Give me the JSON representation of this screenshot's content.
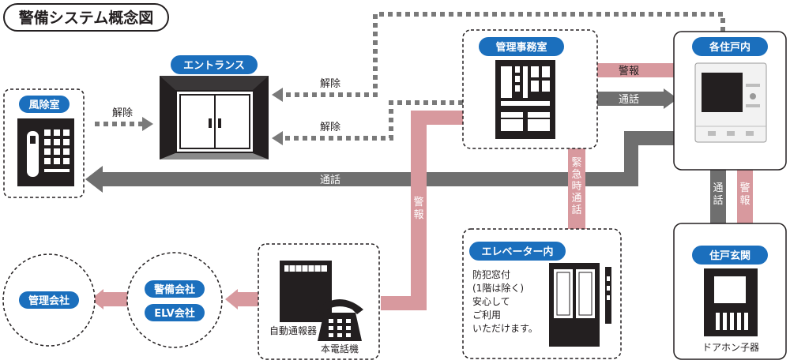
{
  "title": "警備システム概念図",
  "nodes": {
    "entrance": "エントランス",
    "windbreak": "風除室",
    "management_office": "管理事務室",
    "each_unit": "各住戸内",
    "unit_entrance": "住戸玄関",
    "elevator": "エレベーター内",
    "security_company": "警備会社",
    "elv_company": "ELV会社",
    "management_company": "管理会社"
  },
  "labels": {
    "release_1": "解除",
    "release_2": "解除",
    "release_windbreak": "解除",
    "alarm_top": "警報",
    "call_top": "通話",
    "call_long": "通話",
    "alarm_vertical": "警報",
    "emergency_call": "緊急時通話",
    "call_vertical": "通話",
    "alarm_vertical_right": "警報",
    "auto_dialer": "自動通報器",
    "main_phone": "本電話機",
    "door_intercom": "ドアホン子器"
  },
  "elevator_text": [
    "防犯窓付",
    "(1階は除く)",
    "安心して",
    "ご利用",
    "いただけます。"
  ],
  "colors": {
    "blue": "#1b6fbd",
    "pink": "#d8999e",
    "gray": "#6f6f6f",
    "dark": "#231f20",
    "dotted": "#7a7a7a"
  }
}
